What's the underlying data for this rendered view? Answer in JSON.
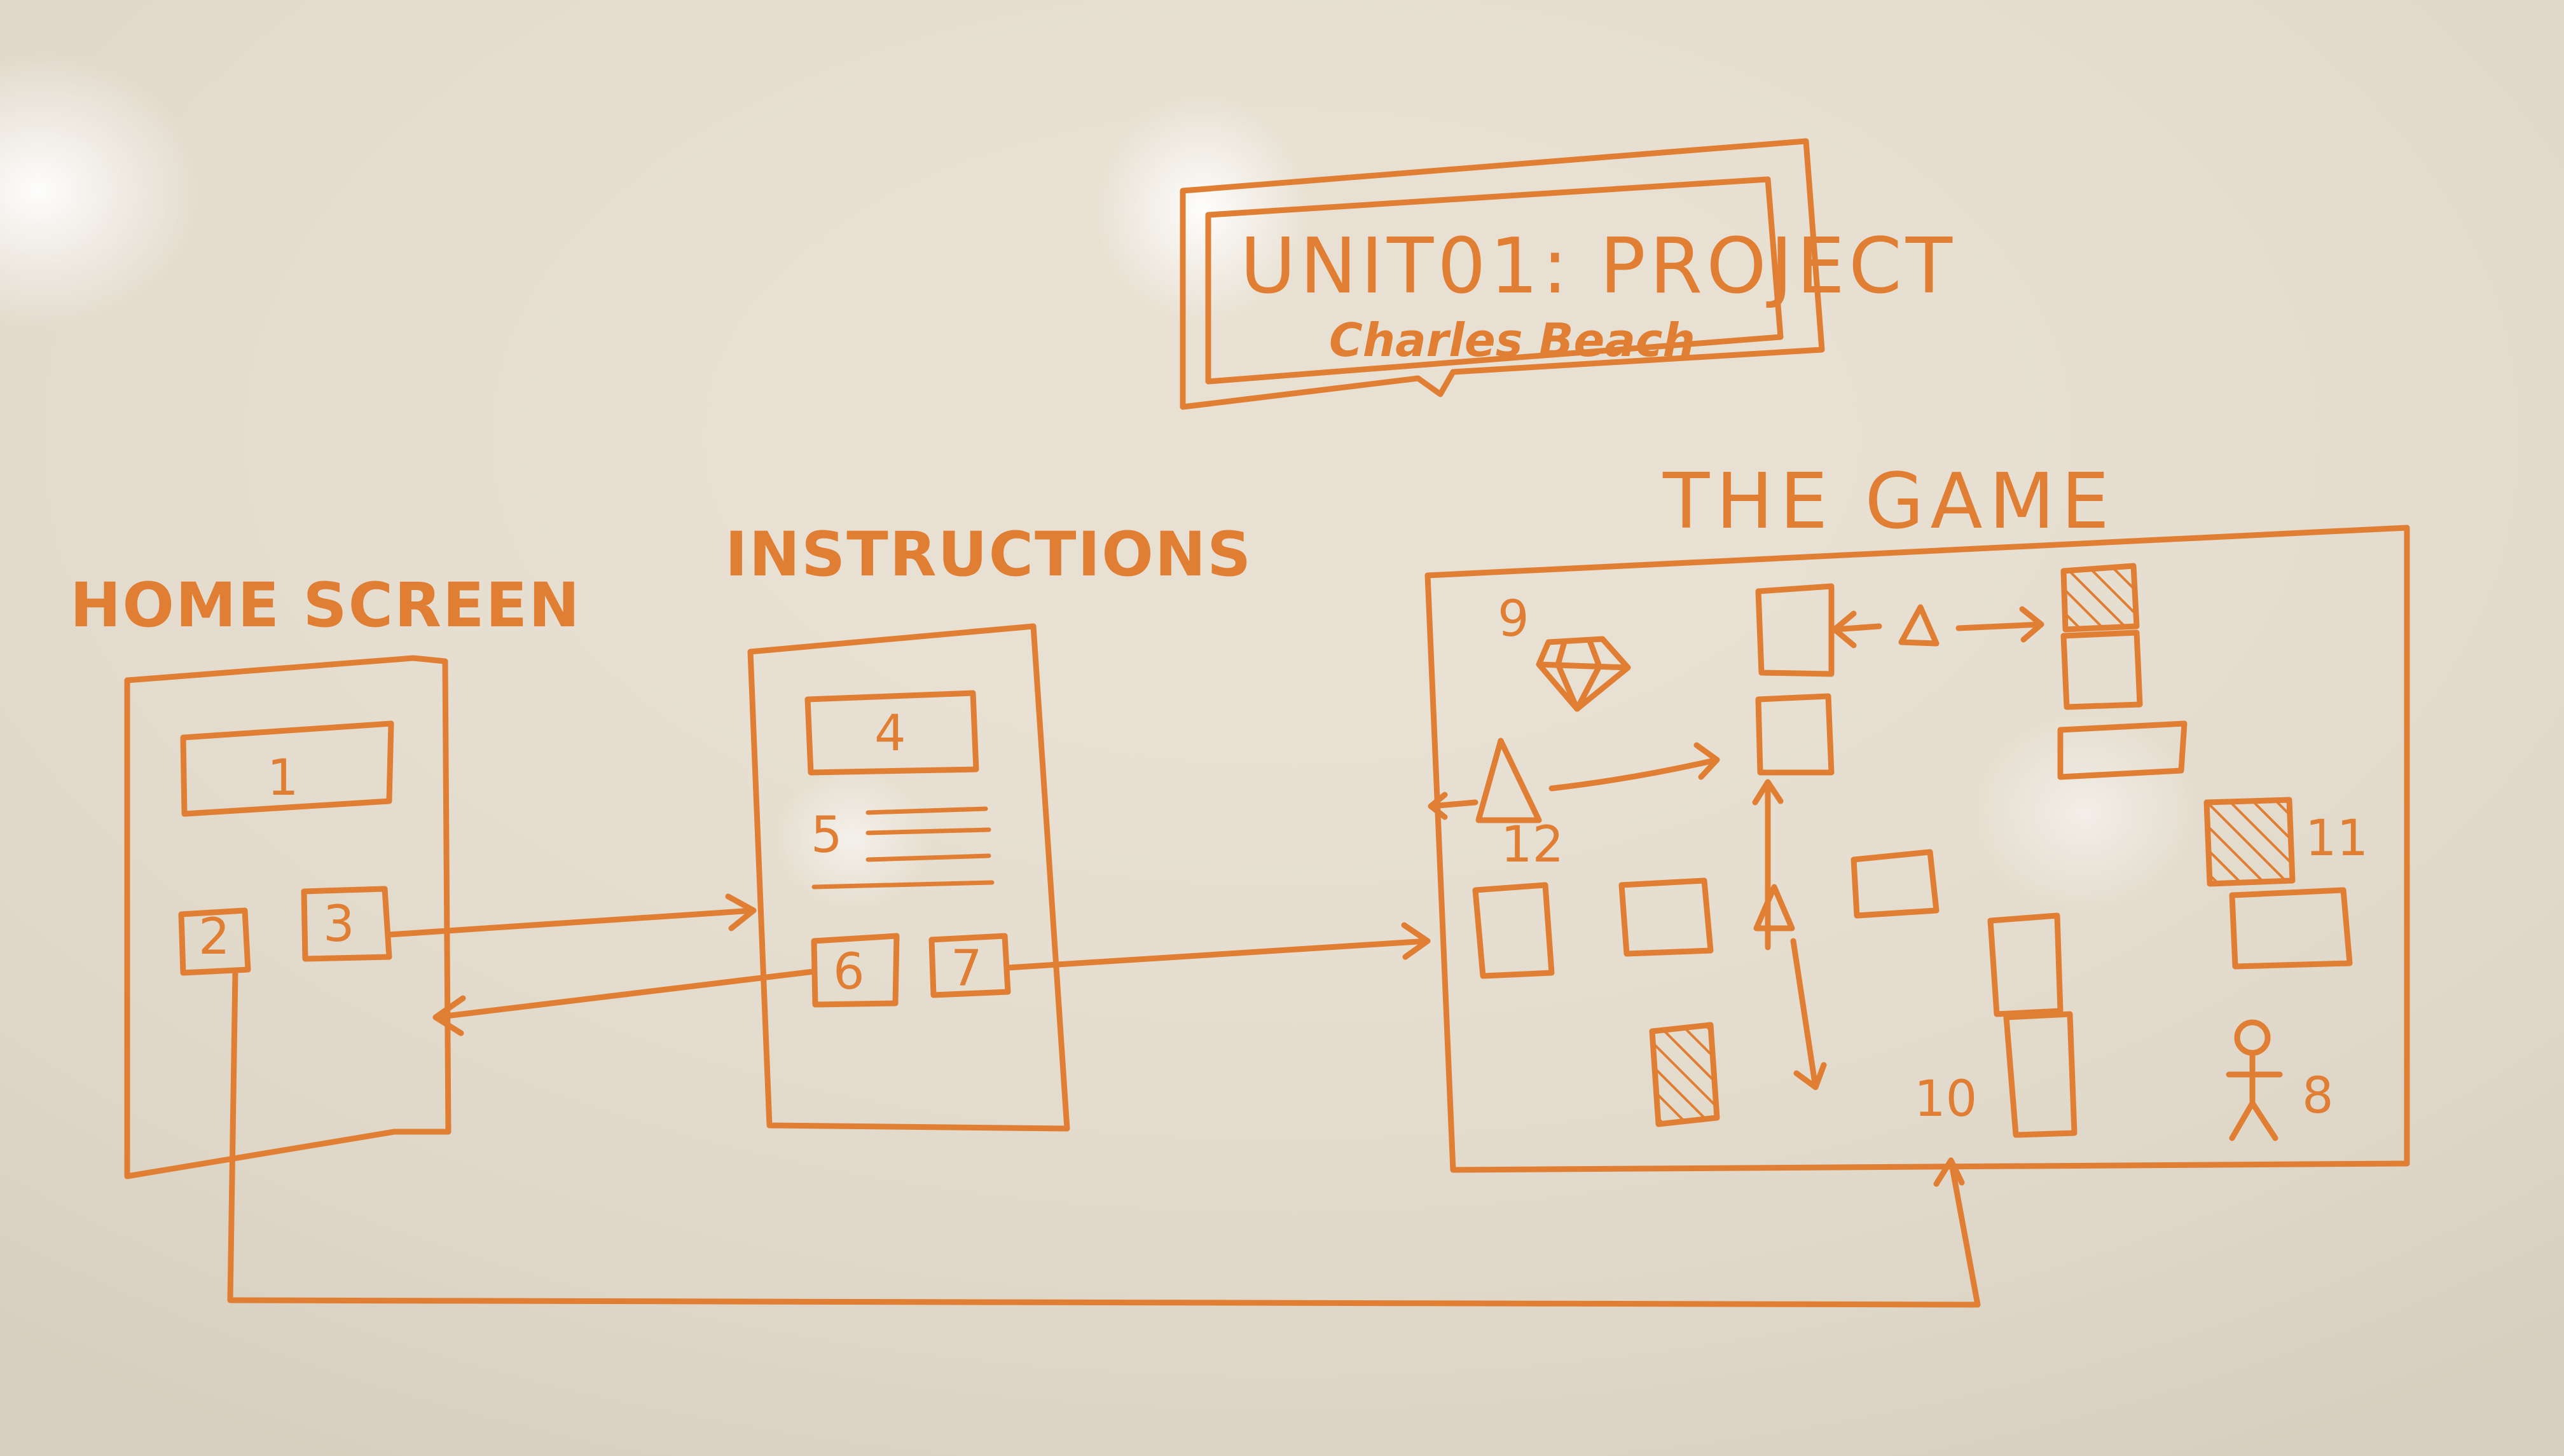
{
  "title": {
    "main": "UNIT01: PROJECT",
    "author": "Charles Beach"
  },
  "screens": {
    "home": {
      "heading": "HOME SCREEN"
    },
    "instructions": {
      "heading": "INSTRUCTIONS"
    },
    "game": {
      "heading": "THE GAME"
    }
  },
  "labels": {
    "n1": "1",
    "n2": "2",
    "n3": "3",
    "n4": "4",
    "n5": "5",
    "n6": "6",
    "n7": "7",
    "n8": "8",
    "n9": "9",
    "n10": "10",
    "n11": "11",
    "n12": "12"
  },
  "colors": {
    "ink": "#e07e34",
    "board": "#e8e1d3"
  }
}
